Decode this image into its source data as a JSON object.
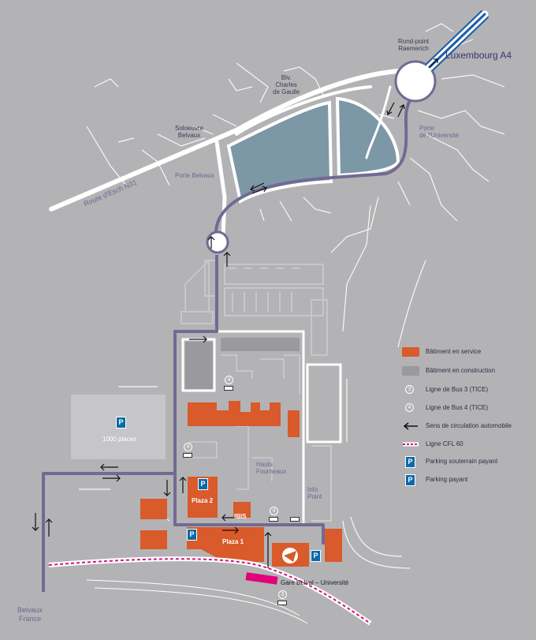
{
  "labels": {
    "rond_point": "Rond-point\nRaemerich",
    "luxembourg": "Luxembourg A4",
    "blvd": "Blv.\nCharles\nde Gaulle",
    "porte_univ": "Porte\nde l'Université",
    "soleuvre": "Soloeuvre\nBelvaux",
    "porte_belvaux": "Porte Belvaux",
    "route_esch": "Route d'Esch N31",
    "parking_places": "1000 places",
    "hauts_fourneaux": "Hauts\nFourneaux",
    "info_point": "Info\nPoint",
    "plaza2": "Plaza 2",
    "plaza1": "Plaza 1",
    "ibis": "IBIS",
    "gare": "Gare Belval – Université",
    "belvaux_france": "Belvaux\nFrance"
  },
  "legend": [
    {
      "icon": "orange-square",
      "label": "Bâtiment en service"
    },
    {
      "icon": "grey-square",
      "label": "Bâtiment en construction"
    },
    {
      "icon": "bus-3-icon",
      "label": "Ligne de Bus 3 (TICE)"
    },
    {
      "icon": "bus-4-icon",
      "label": "Ligne de Bus 4 (TICE)"
    },
    {
      "icon": "arrow-left-icon",
      "label": "Sens de circulation automobile"
    },
    {
      "icon": "rail-line-icon",
      "label": "Ligne CFL 60"
    },
    {
      "icon": "parking-underground-icon",
      "label": "Parking souterrain payant"
    },
    {
      "icon": "parking-icon",
      "label": "Parking payant"
    }
  ],
  "symbols": {
    "parking": "P",
    "bus3": "3",
    "bus4": "4"
  },
  "colors": {
    "background": "#b3b3b5",
    "building_service": "#d95a2b",
    "building_construction": "#9a9a9e",
    "water": "#7c97a6",
    "route": "#726a93",
    "rail": "#d4147d",
    "motorway": "#1d5ea8",
    "parking": "#0a6aa9"
  }
}
